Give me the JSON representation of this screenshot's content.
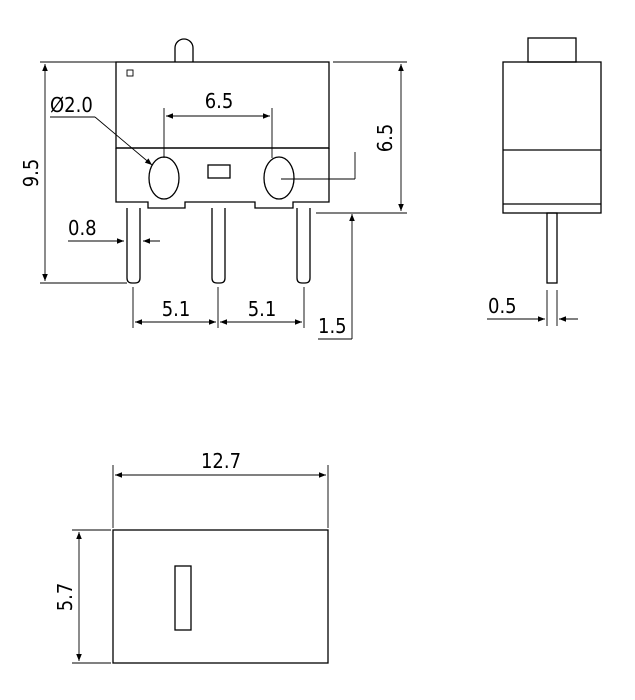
{
  "labels": {
    "hole_diameter": "Ø2.0",
    "hole_spacing": "6.5",
    "body_height": "9.5",
    "side_height": "6.5",
    "pin_width": "0.8",
    "pin_pitch_left": "5.1",
    "pin_pitch_right": "5.1",
    "pin_offset": "1.5",
    "pin_thickness": "0.5",
    "body_length": "12.7",
    "body_width": "5.7"
  }
}
